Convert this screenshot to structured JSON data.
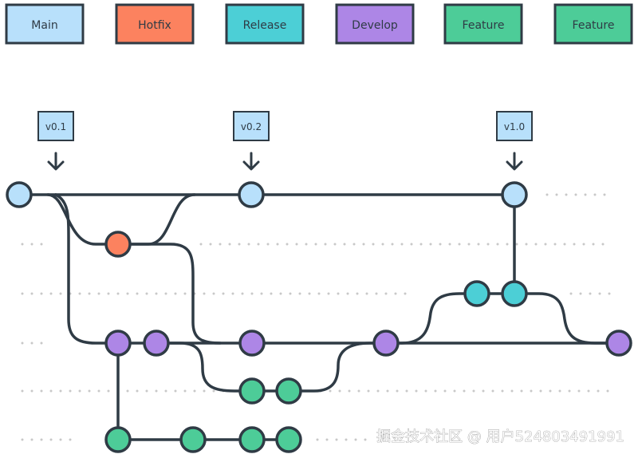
{
  "legend": [
    {
      "key": "main",
      "label": "Main",
      "color": "#b8e0fb"
    },
    {
      "key": "hotfix",
      "label": "Hotfix",
      "color": "#fc825f"
    },
    {
      "key": "release",
      "label": "Release",
      "color": "#4ccfd6"
    },
    {
      "key": "develop",
      "label": "Develop",
      "color": "#ad86e6"
    },
    {
      "key": "feature-1",
      "label": "Feature",
      "color": "#4dcc98"
    },
    {
      "key": "feature-2",
      "label": "Feature",
      "color": "#4dcc98"
    }
  ],
  "tags": [
    {
      "key": "v0-1",
      "label": "v0.1"
    },
    {
      "key": "v0-2",
      "label": "v0.2"
    },
    {
      "key": "v1-0",
      "label": "v1.0"
    }
  ],
  "colors": {
    "stroke": "#2f3b45",
    "dots": "#c8c8c8",
    "tag_fill": "#b8e0fb"
  },
  "watermark": "掘金技术社区 @ 用户524803491991"
}
